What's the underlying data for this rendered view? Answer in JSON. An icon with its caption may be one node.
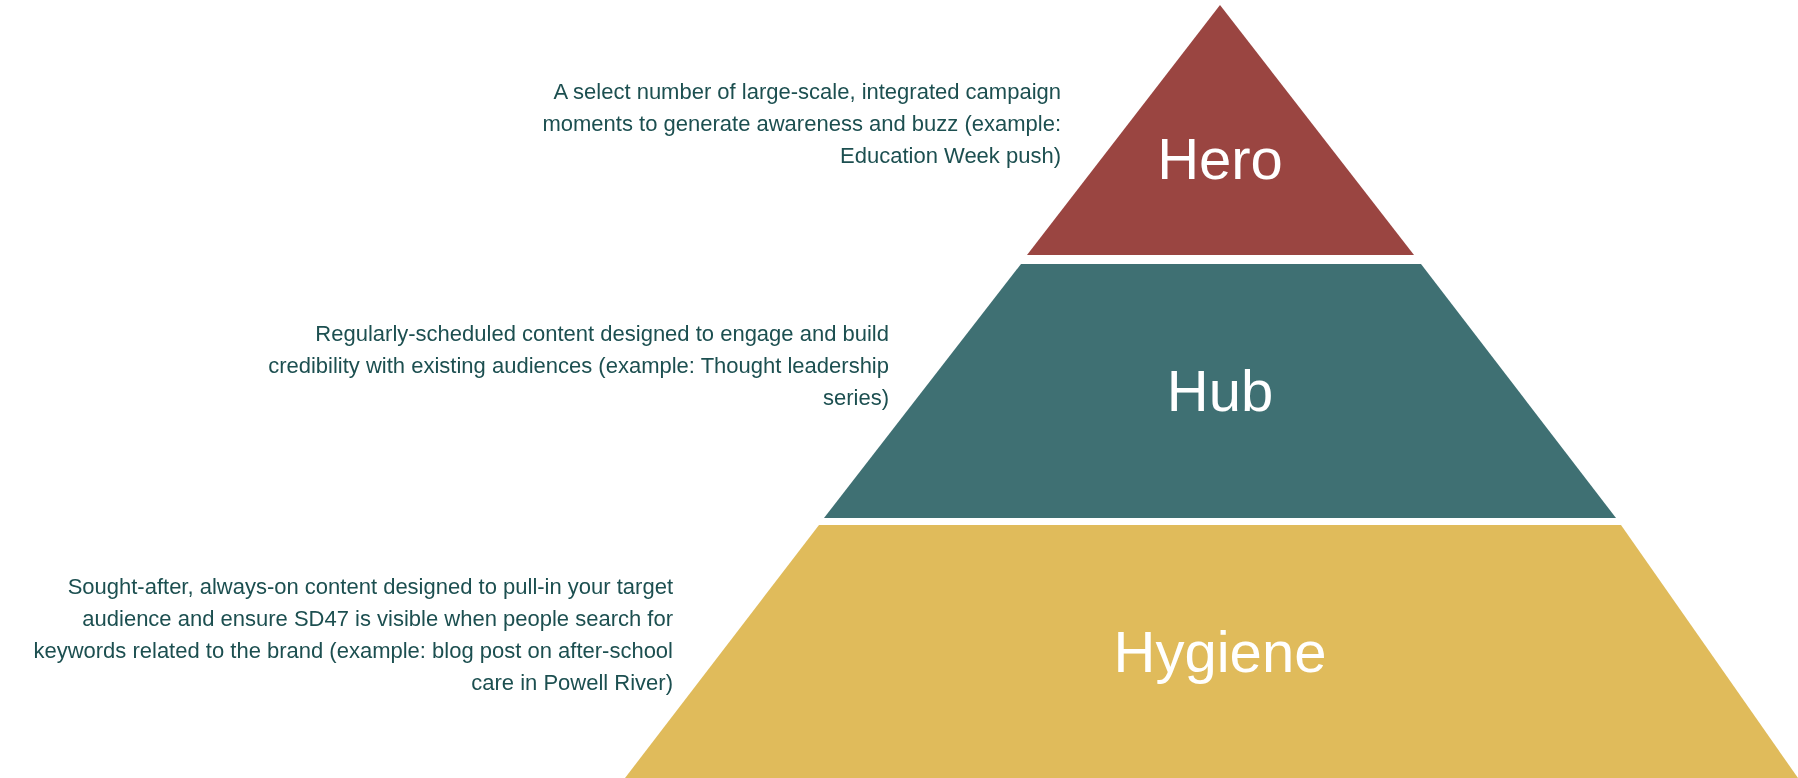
{
  "diagram": {
    "nodes": [
      {
        "text": [
          "Hero"
        ],
        "beside": [
          "A select number of large-scale, integrated campaign moments to generate awareness and buzz (example: Education Week push)"
        ]
      },
      {
        "text": [
          "Hub"
        ],
        "beside": [
          "Regularly-scheduled content designed to engage and build credibility with existing audiences (example: Thought leadership series)"
        ]
      },
      {
        "text": [
          "Hygiene"
        ],
        "beside": [
          "Sought-after, always-on content designed to pull-in your target audience and ensure SD47 is visible when people search for keywords related to the brand (example: blog post on after-school care in Powell River)"
        ]
      }
    ]
  }
}
